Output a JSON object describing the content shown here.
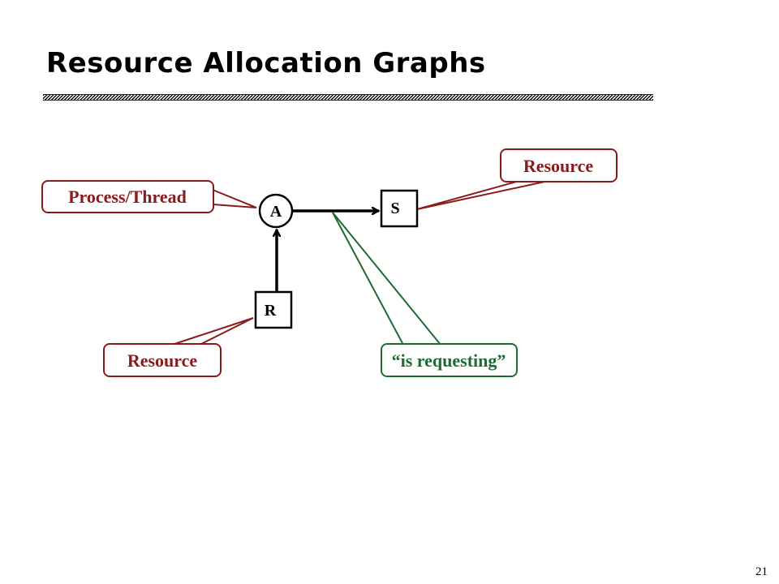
{
  "slide": {
    "title": "Resource Allocation Graphs",
    "page_number": "21"
  },
  "colors": {
    "callout_red": "#8b1a1a",
    "callout_green": "#1e6b32",
    "node_stroke": "#000000",
    "edge": "#000000"
  },
  "diagram": {
    "nodes": {
      "process_a": {
        "label": "A",
        "kind": "process"
      },
      "resource_s": {
        "label": "S",
        "kind": "resource"
      },
      "resource_r": {
        "label": "R",
        "kind": "resource"
      }
    },
    "edges": [
      {
        "from": "A",
        "to": "S",
        "meaning": "is requesting"
      },
      {
        "from": "R",
        "to": "A"
      }
    ],
    "callouts": {
      "process_thread": "Process/Thread",
      "resource_top": "Resource",
      "resource_bottom": "Resource",
      "is_requesting": "“is requesting”"
    }
  }
}
